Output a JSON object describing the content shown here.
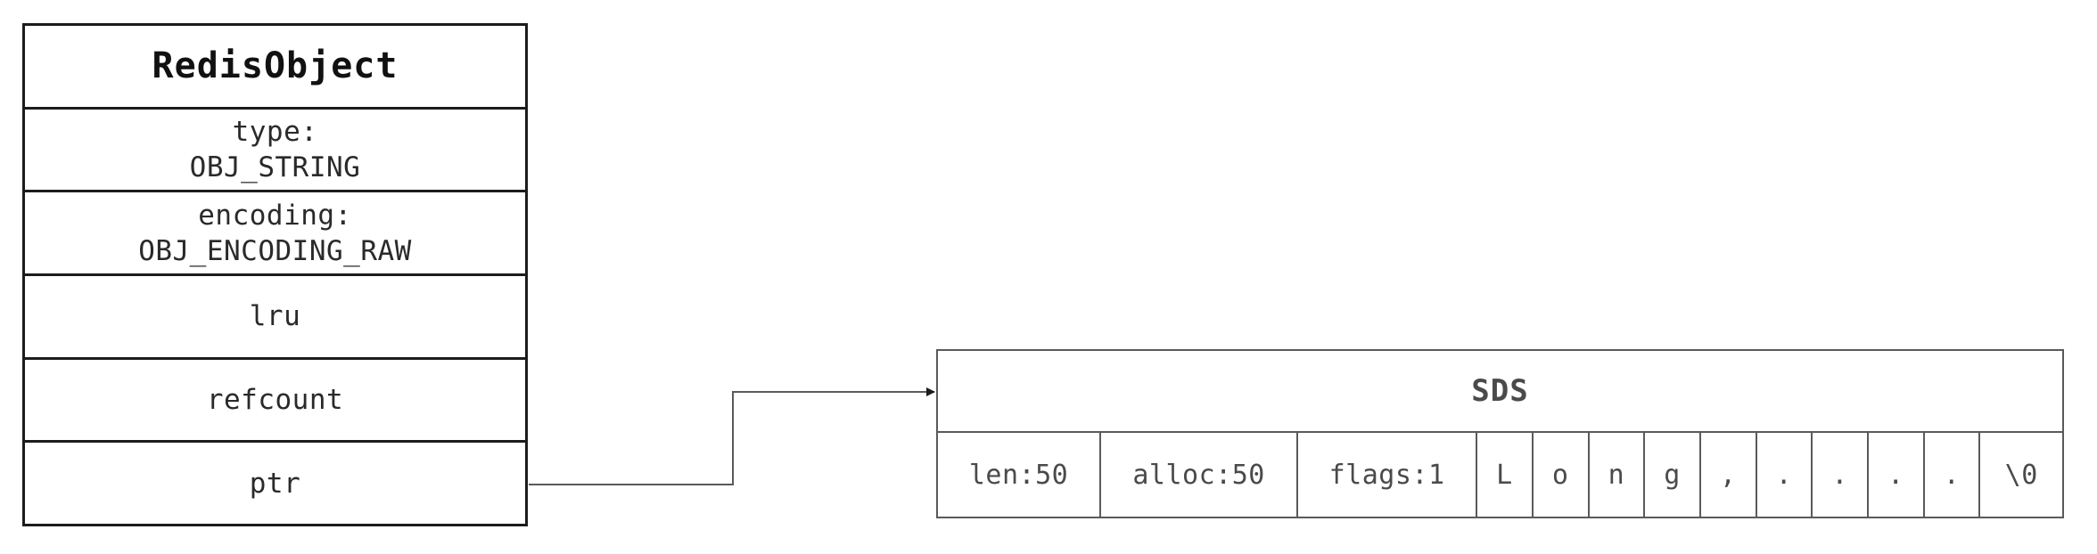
{
  "redis_object": {
    "title": "RedisObject",
    "fields": [
      {
        "line1": "type:",
        "line2": "OBJ_STRING"
      },
      {
        "line1": "encoding:",
        "line2": "OBJ_ENCODING_RAW"
      },
      {
        "line1": "lru",
        "line2": ""
      },
      {
        "line1": "refcount",
        "line2": ""
      },
      {
        "line1": "ptr",
        "line2": ""
      }
    ]
  },
  "sds": {
    "title": "SDS",
    "len": "len:50",
    "alloc": "alloc:50",
    "flags": "flags:1",
    "chars": [
      "L",
      "o",
      "n",
      "g",
      ",",
      ".",
      ".",
      ".",
      "."
    ],
    "terminator": "\\0"
  },
  "colors": {
    "border_dark": "#1c1c1c",
    "border_light": "#5a5a5a",
    "arrow": "#5a5a5a"
  }
}
